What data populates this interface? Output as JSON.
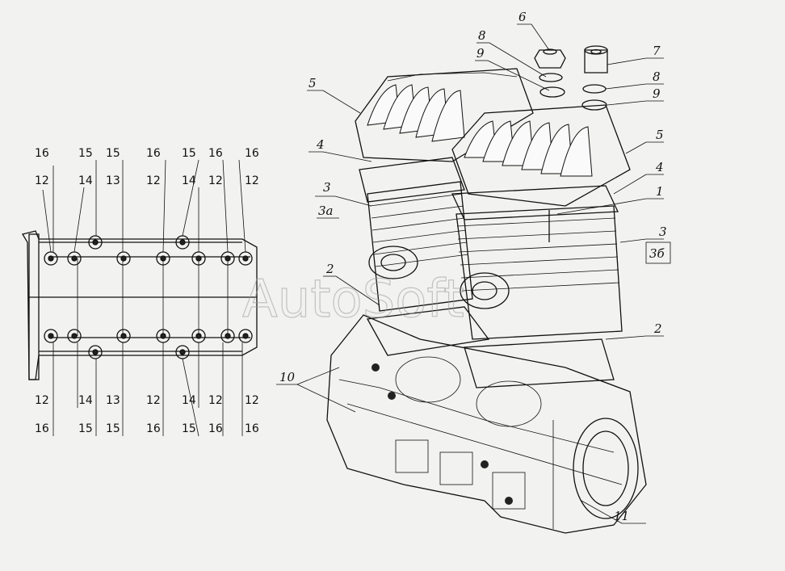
{
  "watermark": "AutoSoft",
  "left_view": {
    "top_row1": [
      "16",
      "15",
      "15",
      "16",
      "15",
      "16",
      "16"
    ],
    "top_row2": [
      "12",
      "14",
      "13",
      "12",
      "14",
      "12",
      "12"
    ],
    "bottom_row1": [
      "12",
      "14",
      "13",
      "12",
      "14",
      "12",
      "12"
    ],
    "bottom_row2": [
      "16",
      "15",
      "15",
      "16",
      "15",
      "16",
      "16"
    ]
  },
  "callouts": {
    "c6": "6",
    "c8a": "8",
    "c9a": "9",
    "c7": "7",
    "c8b": "8",
    "c9b": "9",
    "c5a": "5",
    "c4a": "4",
    "c3a": "3",
    "c3a_sub": "3а",
    "c5b": "5",
    "c4b": "4",
    "c1": "1",
    "c3b": "3",
    "c3b_sub": "3б",
    "c2a": "2",
    "c2b": "2",
    "c10": "10",
    "c11": "11"
  }
}
